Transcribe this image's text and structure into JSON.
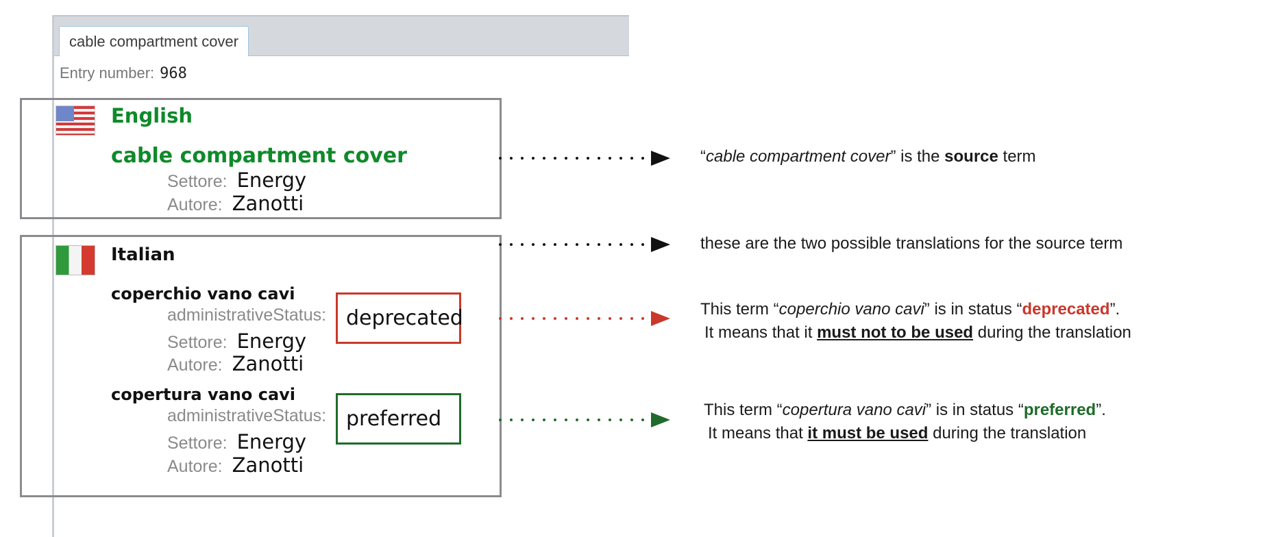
{
  "tab": {
    "label": "cable compartment cover"
  },
  "entry": {
    "label": "Entry number:",
    "number": "968"
  },
  "english": {
    "language": "English",
    "term": "cable compartment cover",
    "fields": [
      {
        "label": "Settore:",
        "value": "Energy"
      },
      {
        "label": "Autore:",
        "value": "Zanotti"
      }
    ]
  },
  "italian": {
    "language": "Italian",
    "terms": [
      {
        "term": "coperchio vano cavi",
        "status_label": "administrativeStatus:",
        "status_value": "deprecated",
        "fields": [
          {
            "label": "Settore:",
            "value": "Energy"
          },
          {
            "label": "Autore:",
            "value": "Zanotti"
          }
        ]
      },
      {
        "term": "copertura vano cavi",
        "status_label": "administrativeStatus:",
        "status_value": "preferred",
        "fields": [
          {
            "label": "Settore:",
            "value": "Energy"
          },
          {
            "label": "Autore:",
            "value": "Zanotti"
          }
        ]
      }
    ]
  },
  "notes": {
    "source": {
      "q1": "“",
      "term": "cable compartment cover",
      "q2": "” is the ",
      "bold": "source",
      "end": " term"
    },
    "translations": {
      "text": "these are the two possible translations for the source term"
    },
    "deprecated": {
      "pre": "This term “",
      "term": "coperchio vano cavi",
      "mid": "” is in status “",
      "status": "deprecated",
      "end": "”.",
      "line2_pre": "It means that it ",
      "line2_bold": "must not to be used",
      "line2_end": " during the translation"
    },
    "preferred": {
      "pre": "This term “",
      "term": "copertura vano cavi",
      "mid": "” is in status “",
      "status": "preferred",
      "end": "”.",
      "line2_pre": "It means that ",
      "line2_bold": "it must be used",
      "line2_end": " during the translation"
    }
  },
  "colors": {
    "green_term": "#0f8a2a",
    "deprecated": "#c8382b",
    "preferred": "#1f6b2b",
    "box_border": "#8b8b8f"
  },
  "icons": [
    "us-flag-icon",
    "italy-flag-icon",
    "arrow-right-icon"
  ]
}
